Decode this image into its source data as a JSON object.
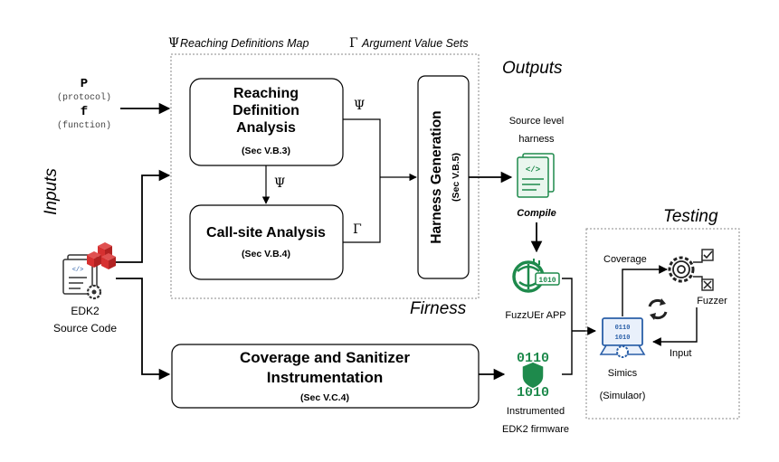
{
  "legend": {
    "psi_symbol": "Ψ",
    "psi_label": "Reaching Definitions Map",
    "gamma_symbol": "Γ",
    "gamma_label": "Argument Value Sets"
  },
  "inputs": {
    "title": "Inputs",
    "p_letter": "P",
    "p_desc": "(protocol)",
    "f_letter": "f",
    "f_desc": "(function)",
    "edk2_line1": "EDK2",
    "edk2_line2": "Source Code"
  },
  "firness": {
    "title": "Firness",
    "rda_line1": "Reaching",
    "rda_line2": "Definition",
    "rda_line3": "Analysis",
    "rda_sec": "(Sec V.B.3)",
    "csa_title": "Call-site Analysis",
    "csa_sec": "(Sec V.B.4)",
    "hg_title": "Harness Generation",
    "hg_sec": "(Sec V.B.5)",
    "psi_a": "Ψ",
    "psi_b": "Ψ",
    "gamma_a": "Γ"
  },
  "instrumentation": {
    "line1": "Coverage and Sanitizer",
    "line2": "Instrumentation",
    "sec": "(Sec V.C.4)"
  },
  "outputs": {
    "title": "Outputs",
    "harness_line1": "Source level",
    "harness_line2": "harness",
    "compile": "Compile",
    "fuzz_app": "FuzzUEr APP",
    "firmware_line1": "Instrumented",
    "firmware_line2": "EDK2 firmware"
  },
  "testing": {
    "title": "Testing",
    "coverage": "Coverage",
    "fuzzer": "Fuzzer",
    "input": "Input",
    "simics_line1": "Simics",
    "simics_line2": "(Simulaor)"
  },
  "icons": {
    "file_glyph": "</>",
    "binary_top": "0110",
    "binary_bottom": "1010"
  },
  "colors": {
    "accent_green": "#1e8a4c",
    "accent_red": "#d63030",
    "icon_blue": "#2a5fa8"
  }
}
